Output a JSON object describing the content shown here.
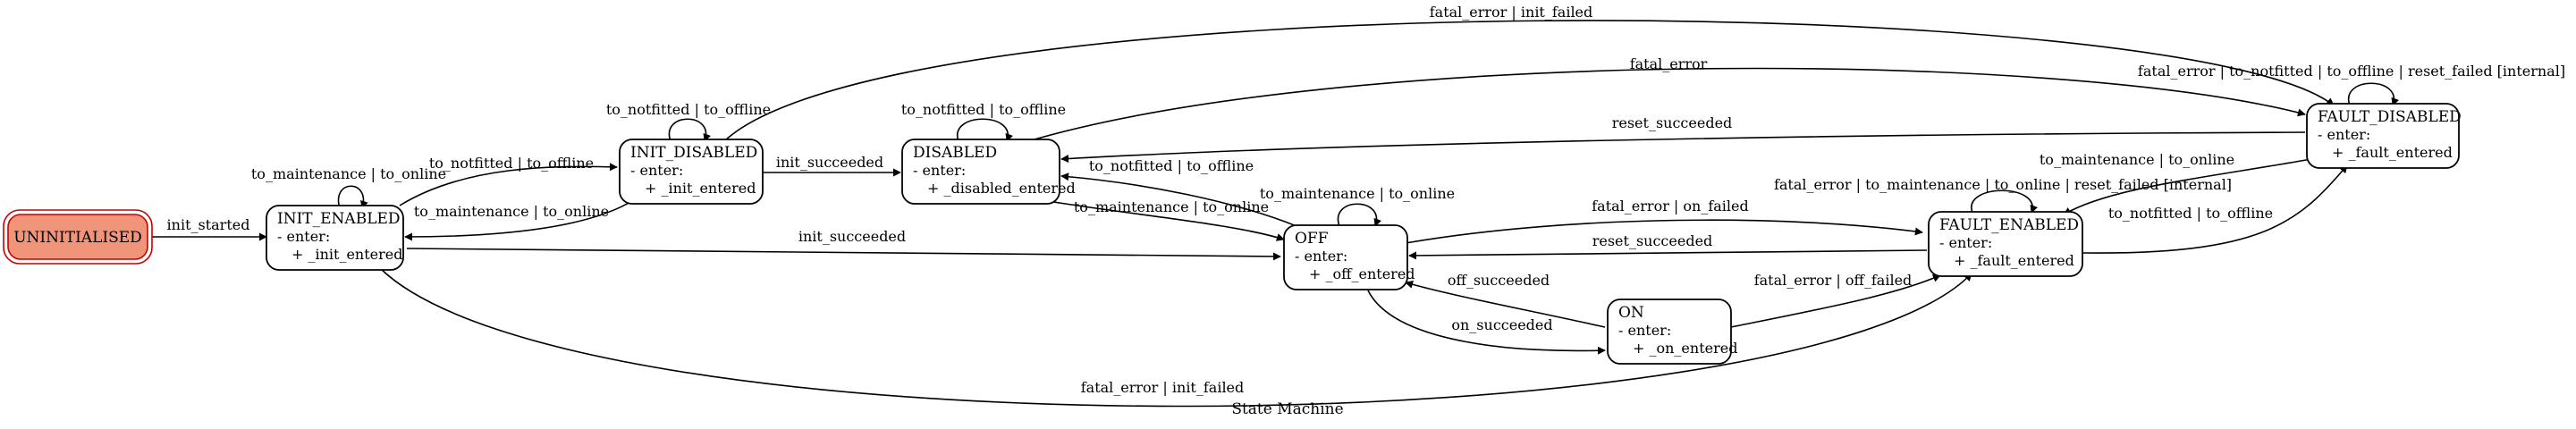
{
  "diagram": {
    "caption": "State Machine",
    "initial_fill": "#f0947a",
    "initial_stroke": "#cc0000"
  },
  "states": {
    "uninitialised": {
      "title": "UNINITIALISED"
    },
    "init_enabled": {
      "title": "INIT_ENABLED",
      "line1": "- enter:",
      "line2": "+ _init_entered"
    },
    "init_disabled": {
      "title": "INIT_DISABLED",
      "line1": "- enter:",
      "line2": "+ _init_entered"
    },
    "disabled": {
      "title": "DISABLED",
      "line1": "- enter:",
      "line2": "+ _disabled_entered"
    },
    "off": {
      "title": "OFF",
      "line1": "- enter:",
      "line2": "+ _off_entered"
    },
    "on": {
      "title": "ON",
      "line1": "- enter:",
      "line2": "+ _on_entered"
    },
    "fault_enabled": {
      "title": "FAULT_ENABLED",
      "line1": "- enter:",
      "line2": "+ _fault_entered"
    },
    "fault_disabled": {
      "title": "FAULT_DISABLED",
      "line1": "- enter:",
      "line2": "+ _fault_entered"
    }
  },
  "transitions": {
    "uninit_to_init_enabled": "init_started",
    "init_enabled_self": "to_maintenance | to_online",
    "init_enabled_to_init_disabled": "to_notfitted | to_offline",
    "init_disabled_to_init_enabled": "to_maintenance | to_online",
    "init_disabled_self": "to_notfitted | to_offline",
    "init_disabled_to_disabled": "init_succeeded",
    "init_disabled_to_fault_disabled": "fatal_error | init_failed",
    "init_enabled_to_off": "init_succeeded",
    "init_enabled_to_fault_enabled": "fatal_error | init_failed",
    "disabled_self": "to_notfitted | to_offline",
    "disabled_to_fault_disabled": "fatal_error",
    "disabled_to_off": "to_maintenance | to_online",
    "off_to_disabled": "to_notfitted | to_offline",
    "off_self": "to_maintenance | to_online",
    "off_to_fault_enabled": "fatal_error | on_failed",
    "off_to_on": "on_succeeded",
    "on_to_off": "off_succeeded",
    "on_to_fault_enabled": "fatal_error | off_failed",
    "fault_enabled_to_off": "reset_succeeded",
    "fault_enabled_self": "fatal_error | to_maintenance | to_online | reset_failed [internal]",
    "fault_enabled_to_fault_disabled": "to_notfitted | to_offline",
    "fault_disabled_to_disabled": "reset_succeeded",
    "fault_disabled_to_fault_enabled": "to_maintenance | to_online",
    "fault_disabled_self": "fatal_error | to_notfitted | to_offline | reset_failed [internal]"
  }
}
